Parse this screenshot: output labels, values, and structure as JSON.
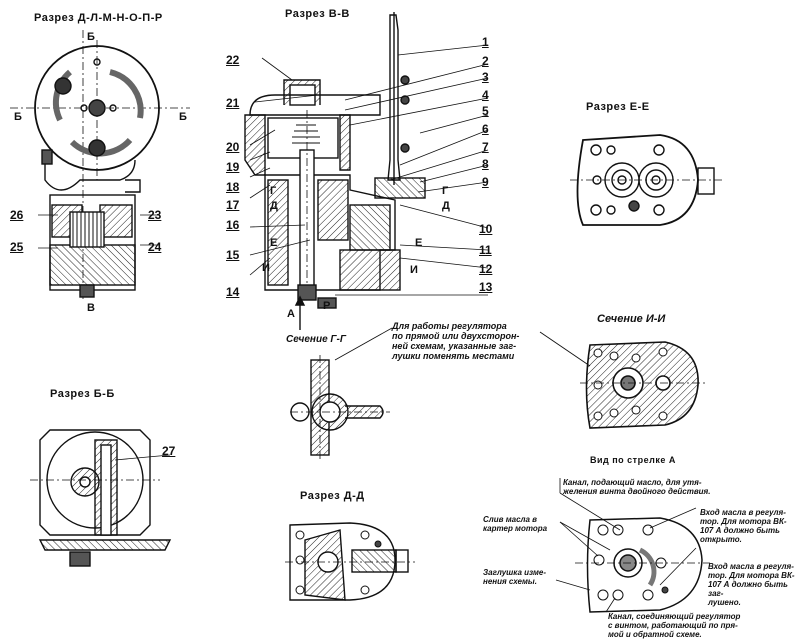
{
  "views": {
    "main_section_a": {
      "title": "Разрез Д-Л-М-Н-О-П-Р"
    },
    "section_v": {
      "title": "Разрез В-В"
    },
    "section_e": {
      "title": "Разрез Е-Е"
    },
    "section_g": {
      "title": "Сечение Г-Г"
    },
    "section_i": {
      "title": "Сечение И-И"
    },
    "section_b": {
      "title": "Разрез Б-Б"
    },
    "section_d": {
      "title": "Разрез Д-Д"
    },
    "view_a": {
      "title": "Вид по стрелке А"
    }
  },
  "cut_markers": {
    "b_top": "Б",
    "b_left": "Б",
    "b_right": "Б",
    "v_bottom": "В",
    "g_left": "Г",
    "d_left": "Д",
    "g_right": "Г",
    "d_right": "Д",
    "e_left": "Е",
    "e_right": "Е",
    "i_left": "И",
    "i_right": "И",
    "arrow_a": "А",
    "p_marker": "Р"
  },
  "part_numbers": {
    "right": [
      "1",
      "2",
      "3",
      "4",
      "5",
      "6",
      "7",
      "8",
      "9",
      "10",
      "11",
      "12",
      "13"
    ],
    "left": [
      "22",
      "21",
      "20",
      "19",
      "18",
      "17",
      "16",
      "15",
      "14"
    ],
    "small_view": [
      "26",
      "23",
      "25",
      "24"
    ],
    "section_b": [
      "27"
    ]
  },
  "notes": {
    "plug_swap": "Для работы регулятора\nпо прямой или двухсторон-\nней схемам, указанные заг-\nлушки поменять местами",
    "channel_feed": "Канал, подающий масло, для утя-\nжеления винта двойного действия.",
    "oil_drain": "Слив масла в\nкартер мотора",
    "oil_inlet_open": "Вход масла в регуля-\nтор. Для мотора ВК-\n107 А должно быть\nоткрыто.",
    "plug_change": "Заглушка изме-\nнения схемы.",
    "oil_inlet_plugged": "Вход масла в регуля-\nтор. Для мотора ВК-\n107 А должно быть заг-\nлушено.",
    "channel_connect": "Канал, соединяющий регулятор\nс винтом, работающий по пря-\nмой и обратной схеме."
  }
}
